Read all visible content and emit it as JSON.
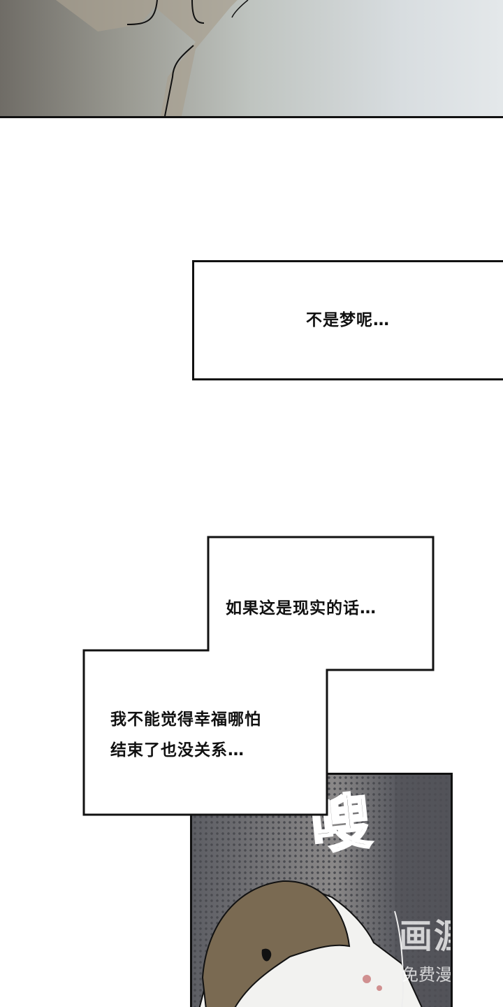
{
  "captions": {
    "first": "不是梦呢…",
    "second": "如果这是现实的话…",
    "third_line1": "我不能觉得幸福哪怕",
    "third_line2": "结束了也没关系…"
  },
  "sfx": "嗖",
  "watermark": {
    "brand": "画涯",
    "tagline": "免费漫画"
  },
  "colors": {
    "ink": "#111111",
    "hair": "#7a6a52",
    "panel_gray": "#6d6e74"
  }
}
